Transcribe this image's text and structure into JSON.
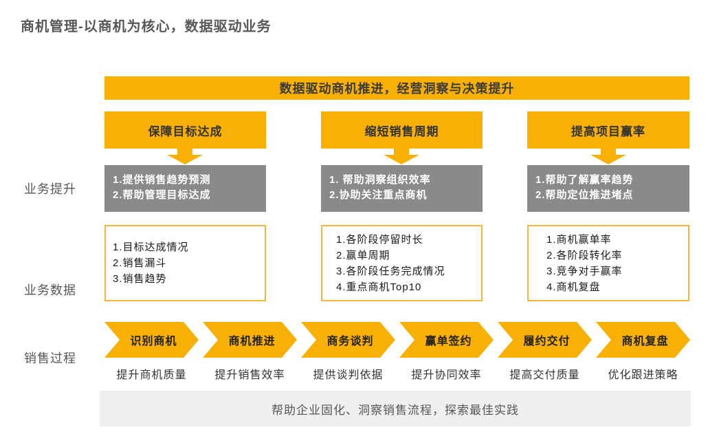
{
  "title": "商机管理-以商机为核心，数据驱动业务",
  "banner": "数据驱动商机推进，经营洞察与决策提升",
  "row_labels": {
    "benefit": "业务提升",
    "data": "业务数据",
    "process": "销售过程"
  },
  "columns": [
    {
      "header": "保障目标达成",
      "benefits": [
        "1.提供销售趋势预测",
        "2.帮助管理目标达成"
      ],
      "metrics": [
        "1.目标达成情况",
        "2.销售漏斗",
        "3.销售趋势"
      ]
    },
    {
      "header": "缩短销售周期",
      "benefits": [
        "1. 帮助洞察组织效率",
        "2.协助关注重点商机"
      ],
      "metrics": [
        "1.各阶段停留时长",
        "2.赢单周期",
        "3.各阶段任务完成情况",
        "4.重点商机Top10"
      ]
    },
    {
      "header": "提高项目赢率",
      "benefits": [
        "1.帮助了解赢率趋势",
        "2.帮助定位推进堵点"
      ],
      "metrics": [
        "1.商机赢单率",
        "2.各阶段转化率",
        "3.竞争对手赢率",
        "4.商机复盘"
      ]
    }
  ],
  "stages": [
    {
      "name": "识别商机",
      "value": "提升商机质量"
    },
    {
      "name": "商机推进",
      "value": "提升销售效率"
    },
    {
      "name": "商务谈判",
      "value": "提供谈判依据"
    },
    {
      "name": "赢单签约",
      "value": "提升协同效率"
    },
    {
      "name": "履约交付",
      "value": "提高交付质量"
    },
    {
      "name": "商机复盘",
      "value": "优化跟进策略"
    }
  ],
  "footer": "帮助企业固化、洞察销售流程，探索最佳实践",
  "colors": {
    "accent": "#F9B005",
    "gray_box": "#8A8A8A",
    "box_border": "#F5B43B",
    "footer_bg": "#EFEFEF",
    "text_dark": "#595757"
  }
}
